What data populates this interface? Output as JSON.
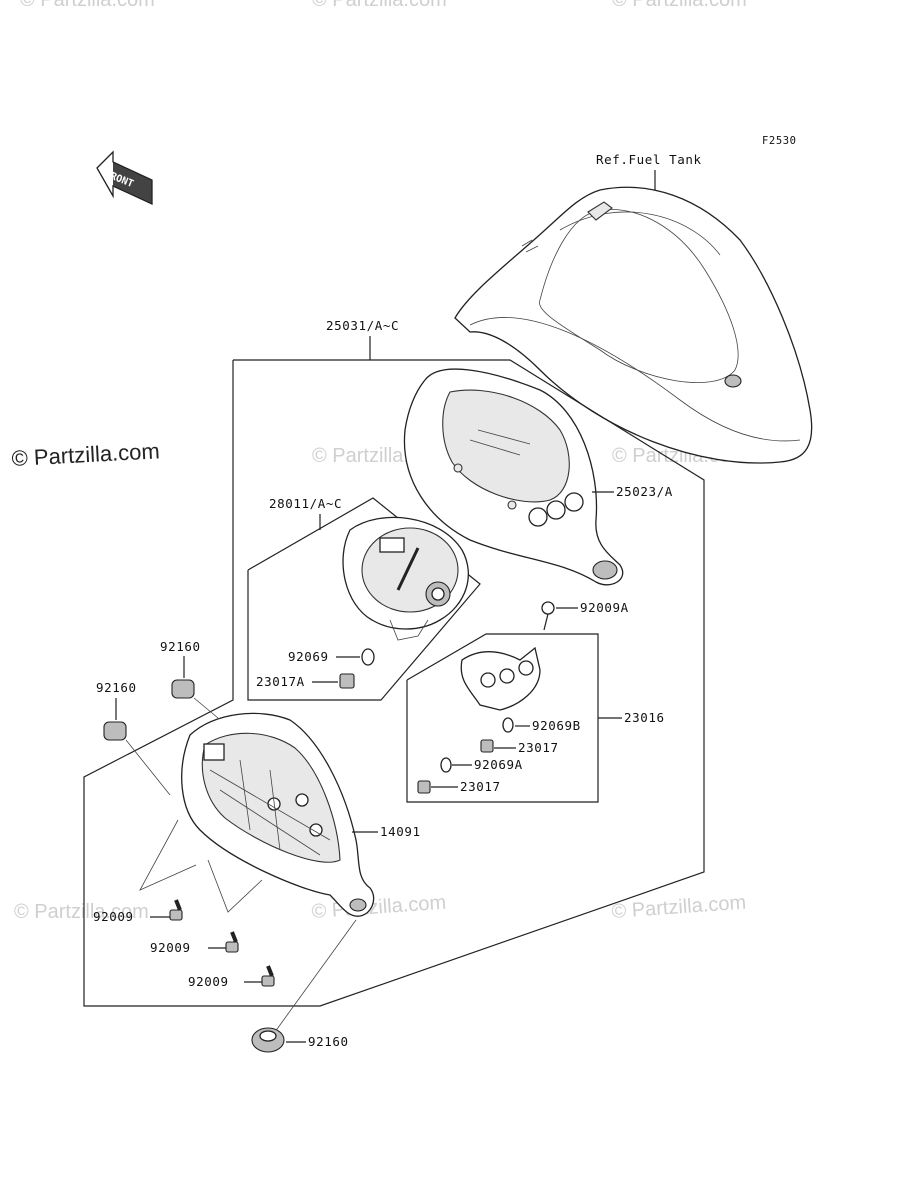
{
  "diagram": {
    "figure_code": "F2530",
    "front_arrow_text": "FRONT",
    "watermarks": {
      "main": "© Partzilla.com",
      "faint": "© Partzilla.com"
    },
    "labels": {
      "ref_fuel_tank": "Ref.Fuel Tank",
      "p25031": "25031/A~C",
      "p25023": "25023/A",
      "p28011": "28011/A~C",
      "p92009A": "92009A",
      "p92069": "92069",
      "p23017A": "23017A",
      "p92160_upper": "92160",
      "p92160_left": "92160",
      "p92069B": "92069B",
      "p23016": "23016",
      "p23017_a": "23017",
      "p92069A": "92069A",
      "p23017_b": "23017",
      "p14091": "14091",
      "p92009_a": "92009",
      "p92009_b": "92009",
      "p92009_c": "92009",
      "p92160_bottom": "92160"
    }
  }
}
